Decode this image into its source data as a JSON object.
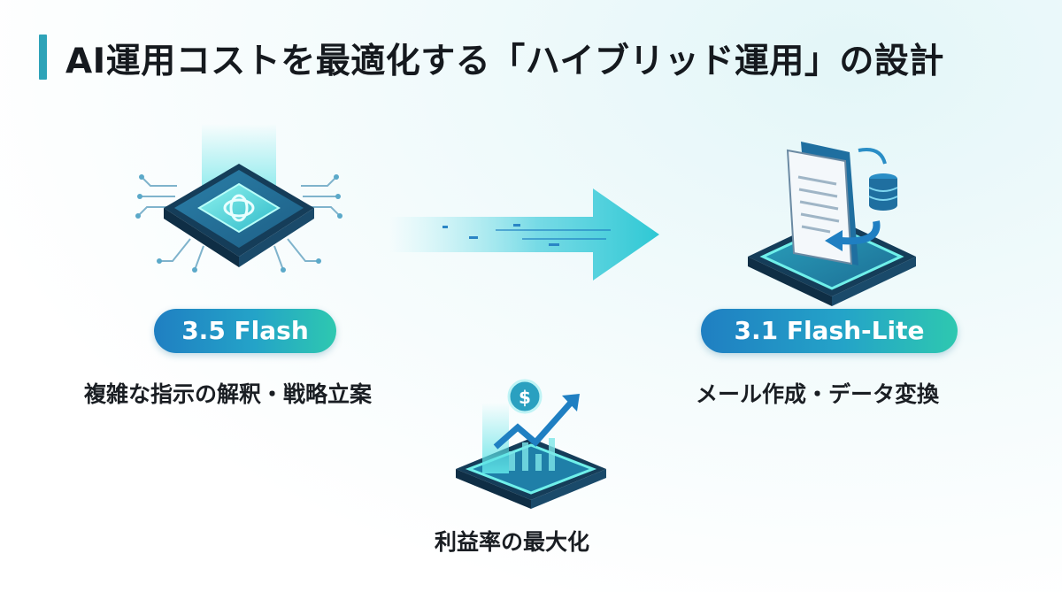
{
  "title": "AI運用コストを最適化する「ハイブリッド運用」の設計",
  "models": {
    "left": {
      "label": "3.5 Flash",
      "description": "複雑な指示の解釈・戦略立案"
    },
    "right": {
      "label": "3.1 Flash-Lite",
      "description": "メール作成・データ変換"
    }
  },
  "outcome": {
    "description": "利益率の最大化"
  },
  "icons": {
    "left": "ai-chip-icon",
    "right": "document-database-icon",
    "arrow": "right-arrow-icon",
    "bottom": "profit-chart-icon",
    "coin": "dollar-coin-icon"
  },
  "colors": {
    "accent": "#2ea3b8",
    "pill_start": "#1f7fc2",
    "pill_end": "#2ec8b0"
  }
}
